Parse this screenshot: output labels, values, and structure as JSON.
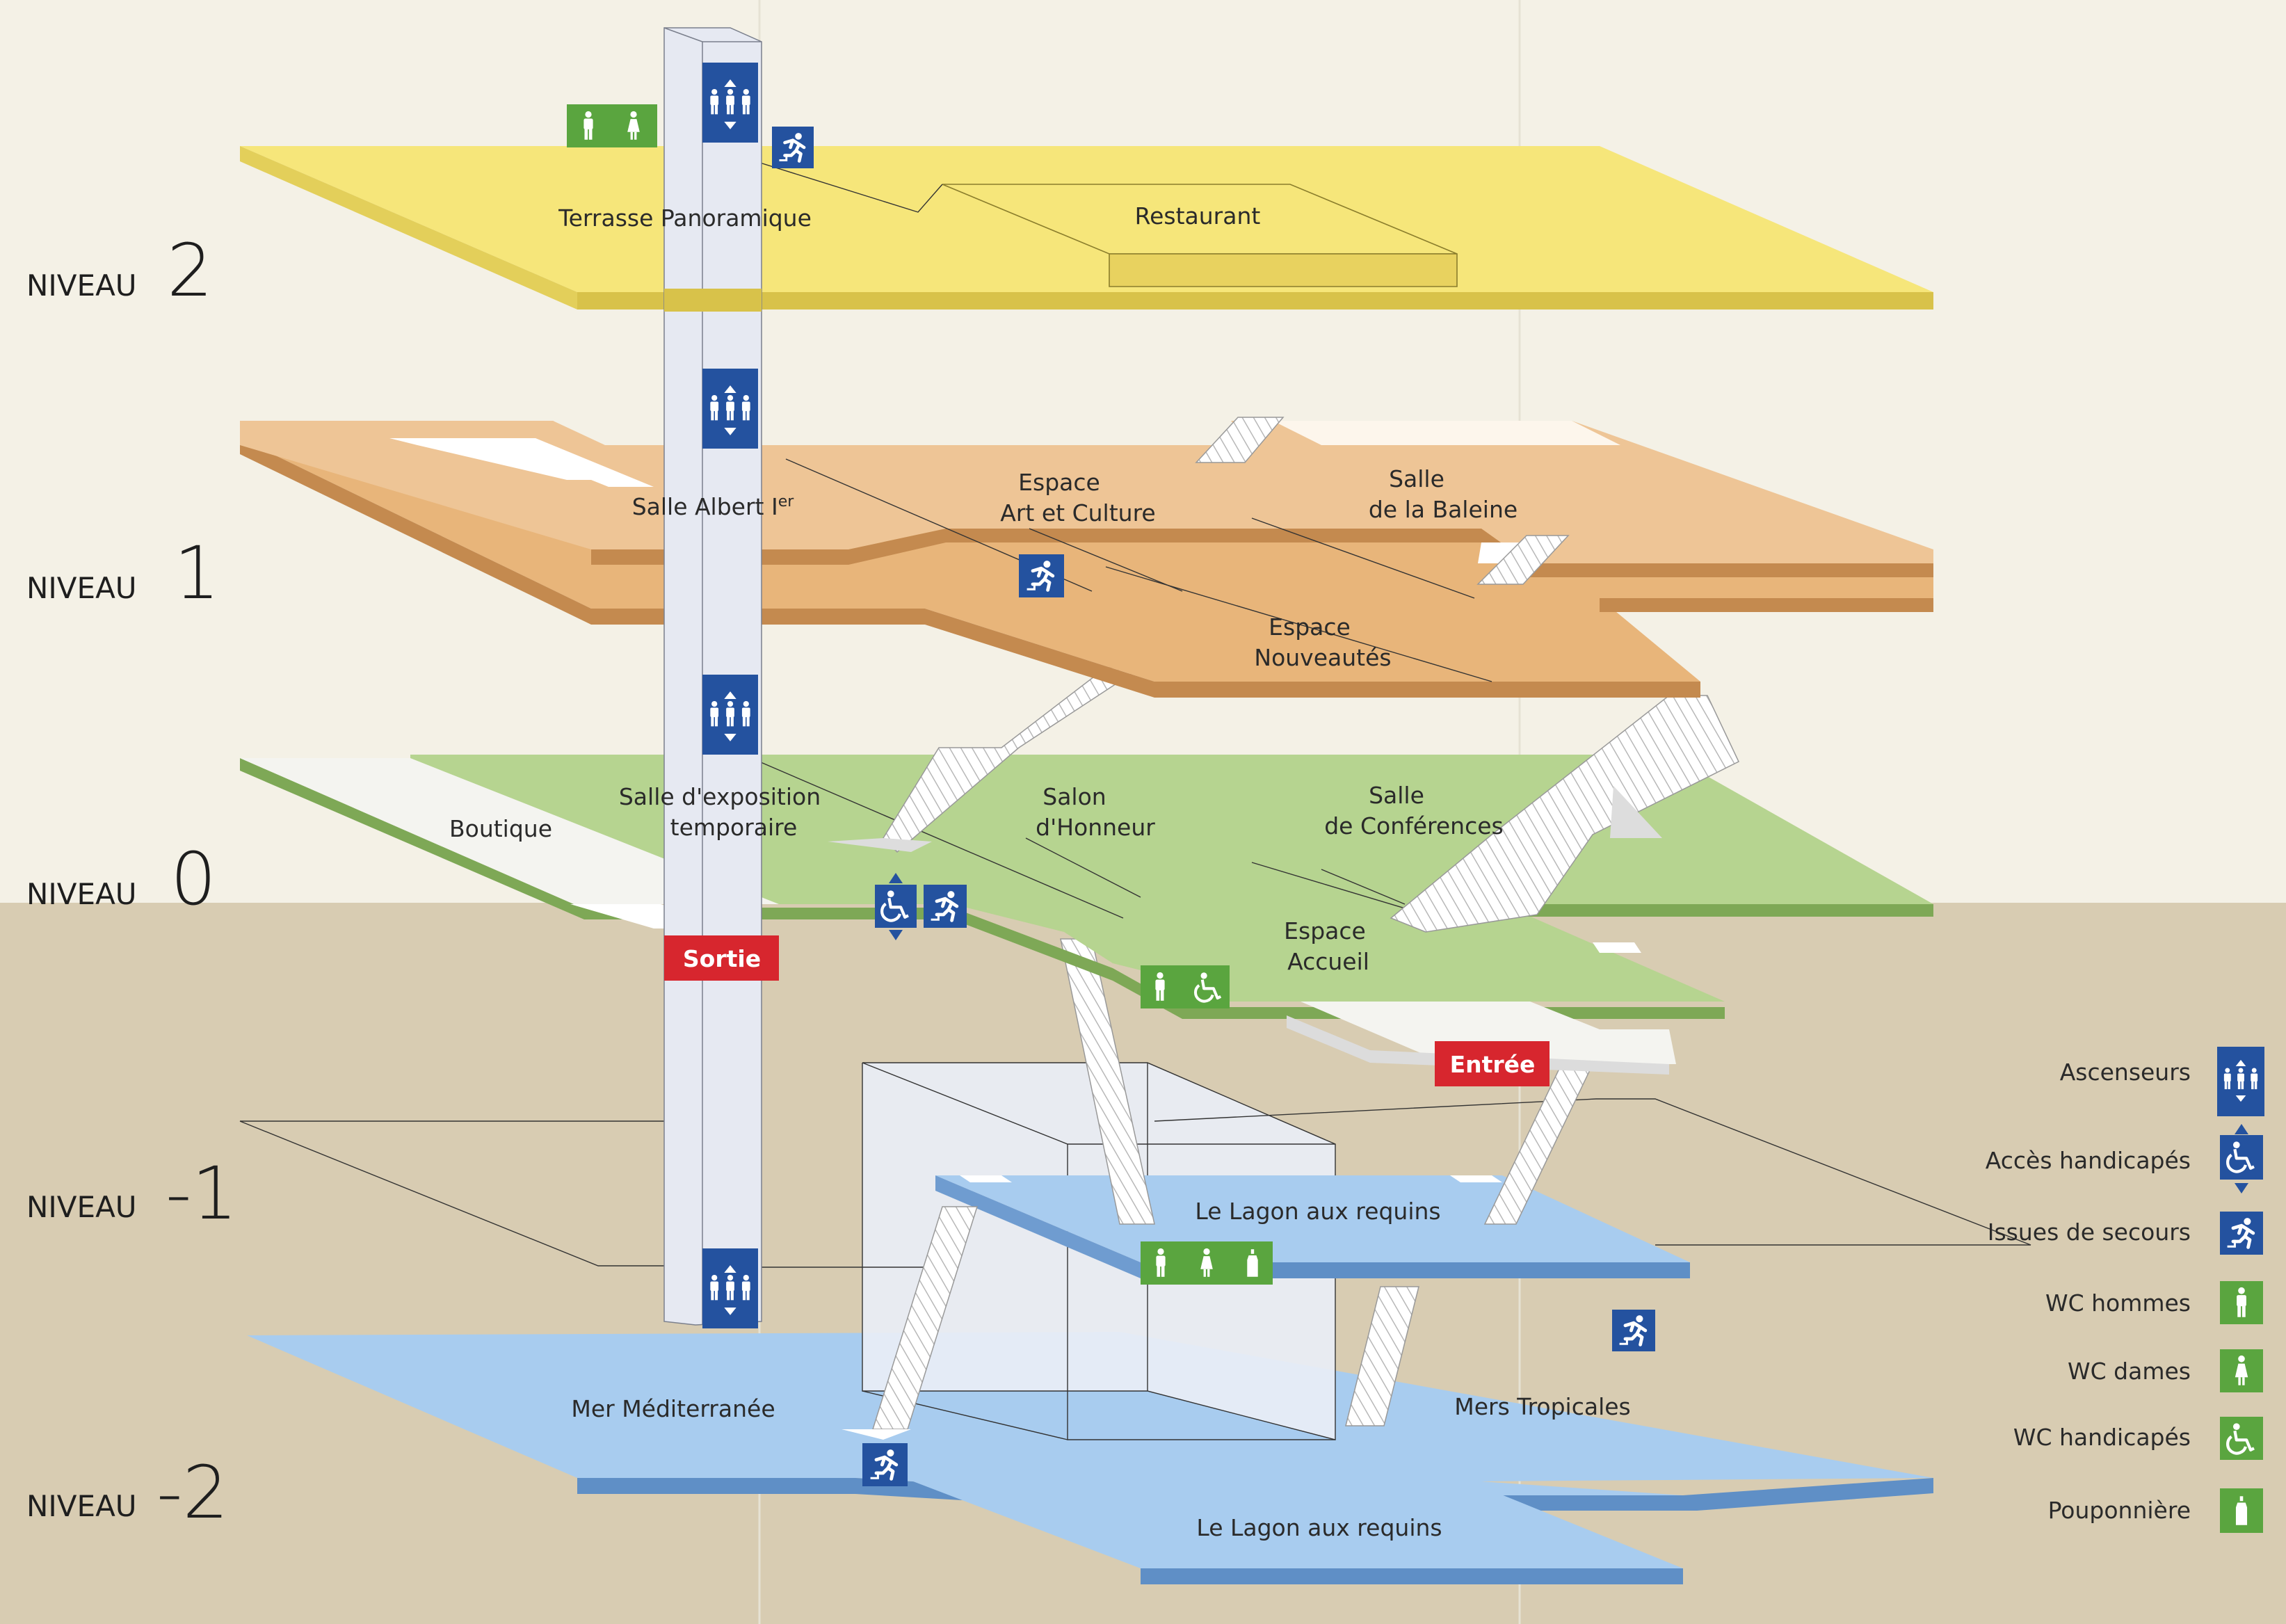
{
  "levels": [
    {
      "word": "NIVEAU",
      "num": "2"
    },
    {
      "word": "NIVEAU",
      "num": "1"
    },
    {
      "word": "NIVEAU",
      "num": "0"
    },
    {
      "word": "NIVEAU",
      "num": "-1"
    },
    {
      "word": "NIVEAU",
      "num": "-2"
    }
  ],
  "rooms": {
    "terrasse": [
      "Terrasse Panoramique"
    ],
    "restaurant": [
      "Restaurant"
    ],
    "salle_albert": [
      "Salle Albert I"
    ],
    "salle_albert_sup": "er",
    "espace_art": [
      "Espace",
      "Art et Culture"
    ],
    "salle_baleine": [
      "Salle",
      "de la Baleine"
    ],
    "espace_nouveautes": [
      "Espace",
      "Nouveautés"
    ],
    "boutique": [
      "Boutique"
    ],
    "salle_expo": [
      "Salle d'exposition",
      "temporaire"
    ],
    "salon_honneur": [
      "Salon",
      "d'Honneur"
    ],
    "salle_conferences": [
      "Salle",
      "de Conférences"
    ],
    "espace_accueil": [
      "Espace",
      "Accueil"
    ],
    "lagon_n1": [
      "Le Lagon aux requins"
    ],
    "mer_med": [
      "Mer Méditerranée"
    ],
    "mers_tropicales": [
      "Mers Tropicales"
    ],
    "lagon_n2": [
      "Le Lagon aux requins"
    ]
  },
  "signs": {
    "sortie": "Sortie",
    "entree": "Entrée"
  },
  "legend": [
    {
      "label": "Ascenseurs",
      "icon": "elevator-icon"
    },
    {
      "label": "Accès handicapés",
      "icon": "wheelchair-access-icon"
    },
    {
      "label": "Issues de secours",
      "icon": "emergency-exit-icon"
    },
    {
      "label": "WC hommes",
      "icon": "wc-men-icon"
    },
    {
      "label": "WC dames",
      "icon": "wc-women-icon"
    },
    {
      "label": "WC handicapés",
      "icon": "wc-accessible-icon"
    },
    {
      "label": "Pouponnière",
      "icon": "nursery-icon"
    }
  ],
  "colors": {
    "level2": "#f6e67a",
    "level1": "#e8b57a",
    "level0": "#b6d490",
    "levelMinus": "#a8ccef",
    "upperBg": "#f4f1e6",
    "lowerBg": "#d8ccb2",
    "iconBlue": "#24529f",
    "iconGreen": "#5aa53f",
    "signRed": "#d7262e"
  }
}
